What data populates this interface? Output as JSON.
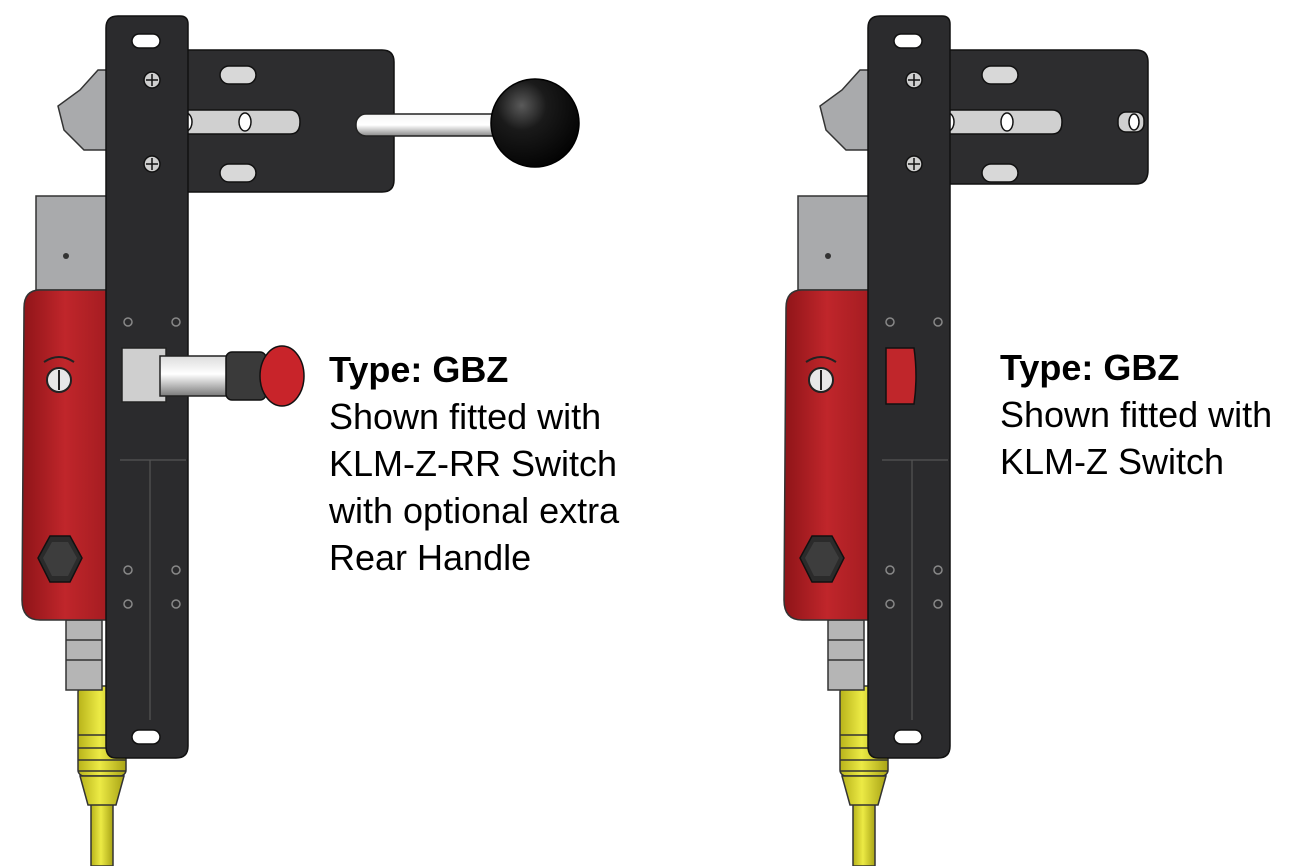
{
  "left_unit": {
    "title": "Type: GBZ",
    "lines": [
      "Shown fitted with",
      "KLM-Z-RR Switch",
      "with optional extra",
      "Rear Handle"
    ]
  },
  "right_unit": {
    "title": "Type: GBZ",
    "lines": [
      "Shown fitted with",
      "KLM-Z Switch"
    ]
  },
  "colors": {
    "body_red": "#c0262b",
    "plate_black": "#2b2b2d",
    "housing_grey": "#a9aaac",
    "cable_yellow": "#e3df2a",
    "handle_knob": "#111111",
    "button_red": "#c8242a"
  }
}
